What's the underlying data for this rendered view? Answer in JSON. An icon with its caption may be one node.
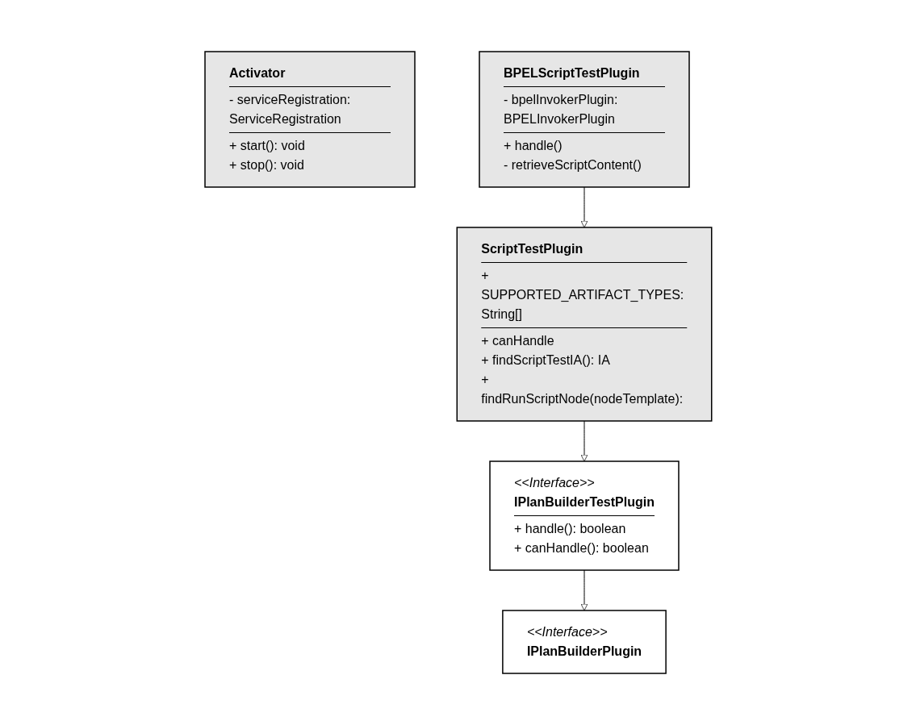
{
  "diagram": {
    "nodes": [
      {
        "text": [
          "<<Interface>>",
          "IPlanBuilderPlugin"
        ]
      },
      {
        "text": [
          "<<Interface>>",
          "IPlanBuilderTestPlugin",
          "+ handle(): boolean",
          "+ canHandle(): boolean"
        ]
      },
      {
        "text": [
          "Activator",
          "- serviceRegistration: ServiceRegistration",
          "+ start(): void",
          "+ stop(): void"
        ]
      },
      {
        "text": [
          "ScriptTestPlugin",
          "+ SUPPORTED_ARTIFACT_TYPES: String[]",
          "+ canHandle",
          "+ findScriptTestIA(): IA",
          "+ findRunScriptNode(nodeTemplate):"
        ]
      },
      {
        "text": [
          "BPELScriptTestPlugin",
          "- bpelInvokerPlugin: BPELInvokerPlugin",
          "+ handle()",
          "- retrieveScriptContent()"
        ]
      }
    ],
    "edges": [
      {
        "from": 1,
        "to": 0,
        "arrow": "to"
      },
      {
        "from": 3,
        "to": 1,
        "arrow": "to"
      },
      {
        "from": 4,
        "to": 3,
        "arrow": "to"
      }
    ]
  }
}
